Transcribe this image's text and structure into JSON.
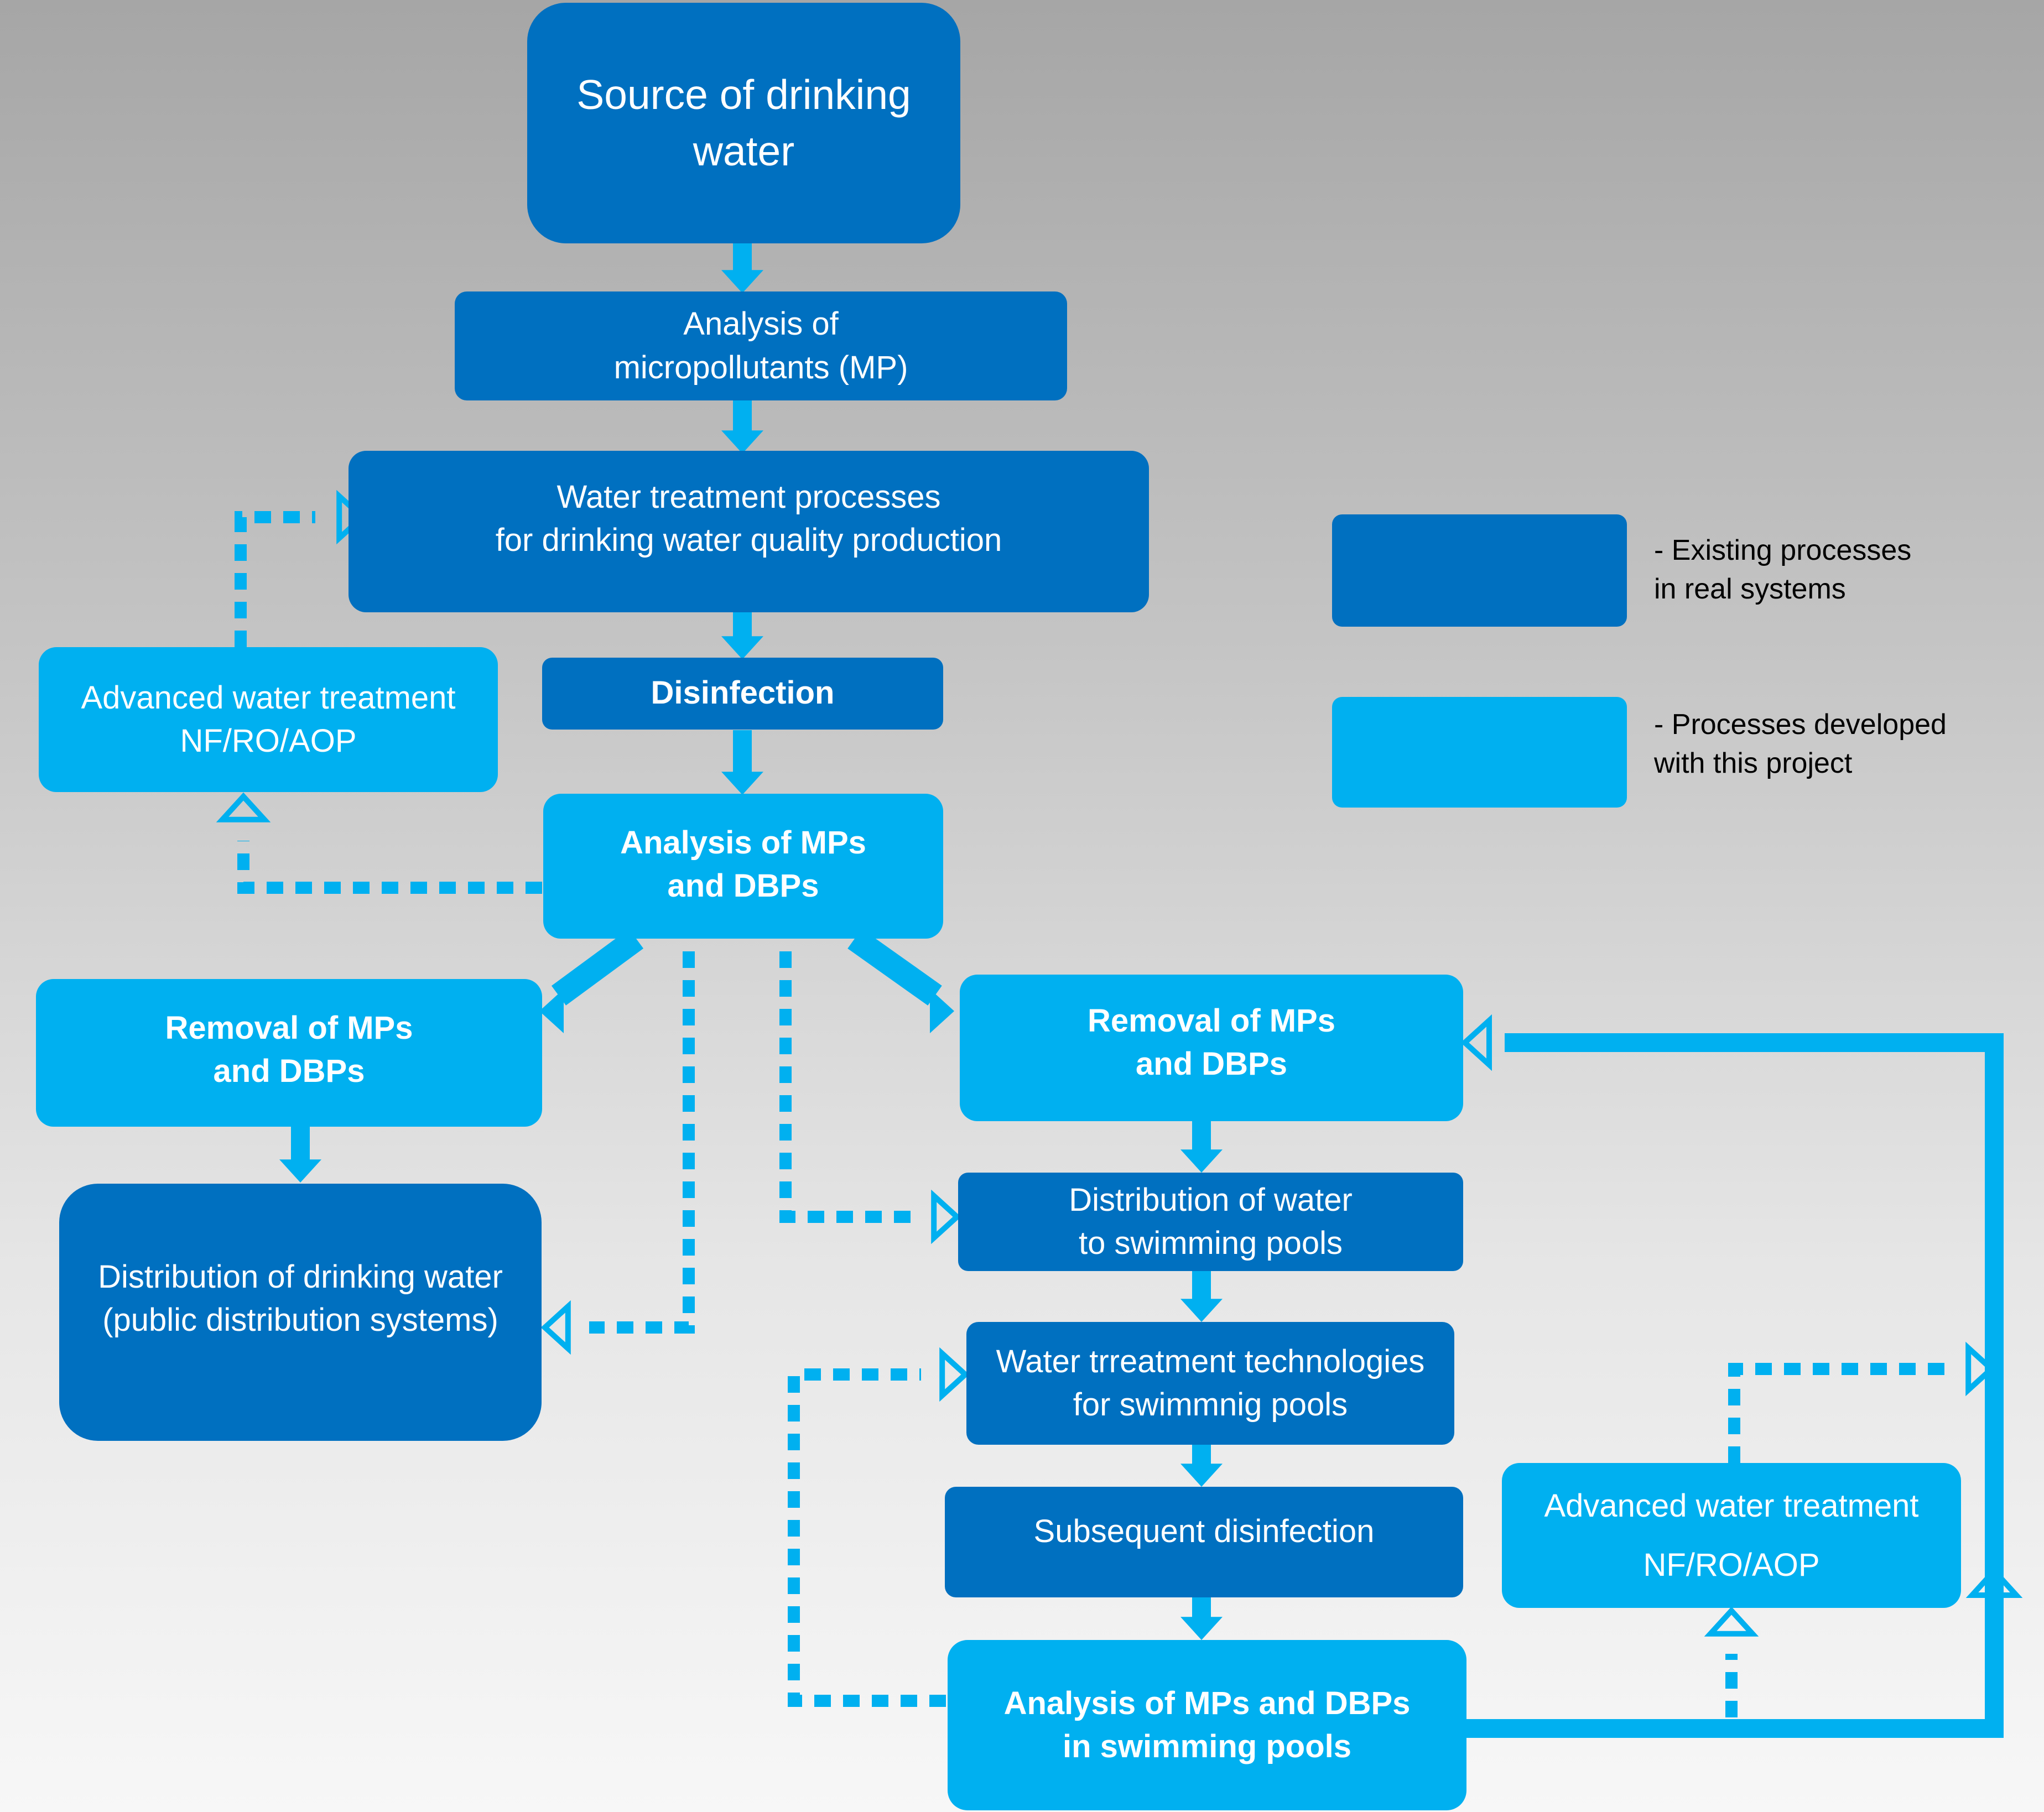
{
  "colors": {
    "existing": "#0070c0",
    "developed": "#00b0f0",
    "connector": "#00b0f0"
  },
  "nodes": {
    "source": "Source of drinking\nwater",
    "analysis_mp": "Analysis of\nmicropollutants   (MP)",
    "water_treatment": "Water treatment processes\nfor drinking water quality production",
    "disinfection": "Disinfection",
    "advanced_left": "Advanced water treatment\nNF/RO/AOP",
    "analysis_mps_dbps": "Analysis of MPs\nand DBPs",
    "removal_left": "Removal of MPs\nand DBPs",
    "removal_right": "Removal of MPs\nand DBPs",
    "distribution_drinking": "Distribution of drinking water\n(public distribution systems)",
    "distribution_pools": "Distribution of water\nto swimming pools",
    "pool_treatment": "Water trreatment technologies\nfor swimmnig pools",
    "subsequent_disinfection": "Subsequent disinfection",
    "advanced_right": "Advanced water treatment\nNF/RO/AOP",
    "analysis_pools": "Analysis of MPs and DBPs\nin swimming pools"
  },
  "legend": {
    "existing_label": "- Existing processes\nin real systems",
    "developed_label": "- Processes developed\nwith this project"
  }
}
